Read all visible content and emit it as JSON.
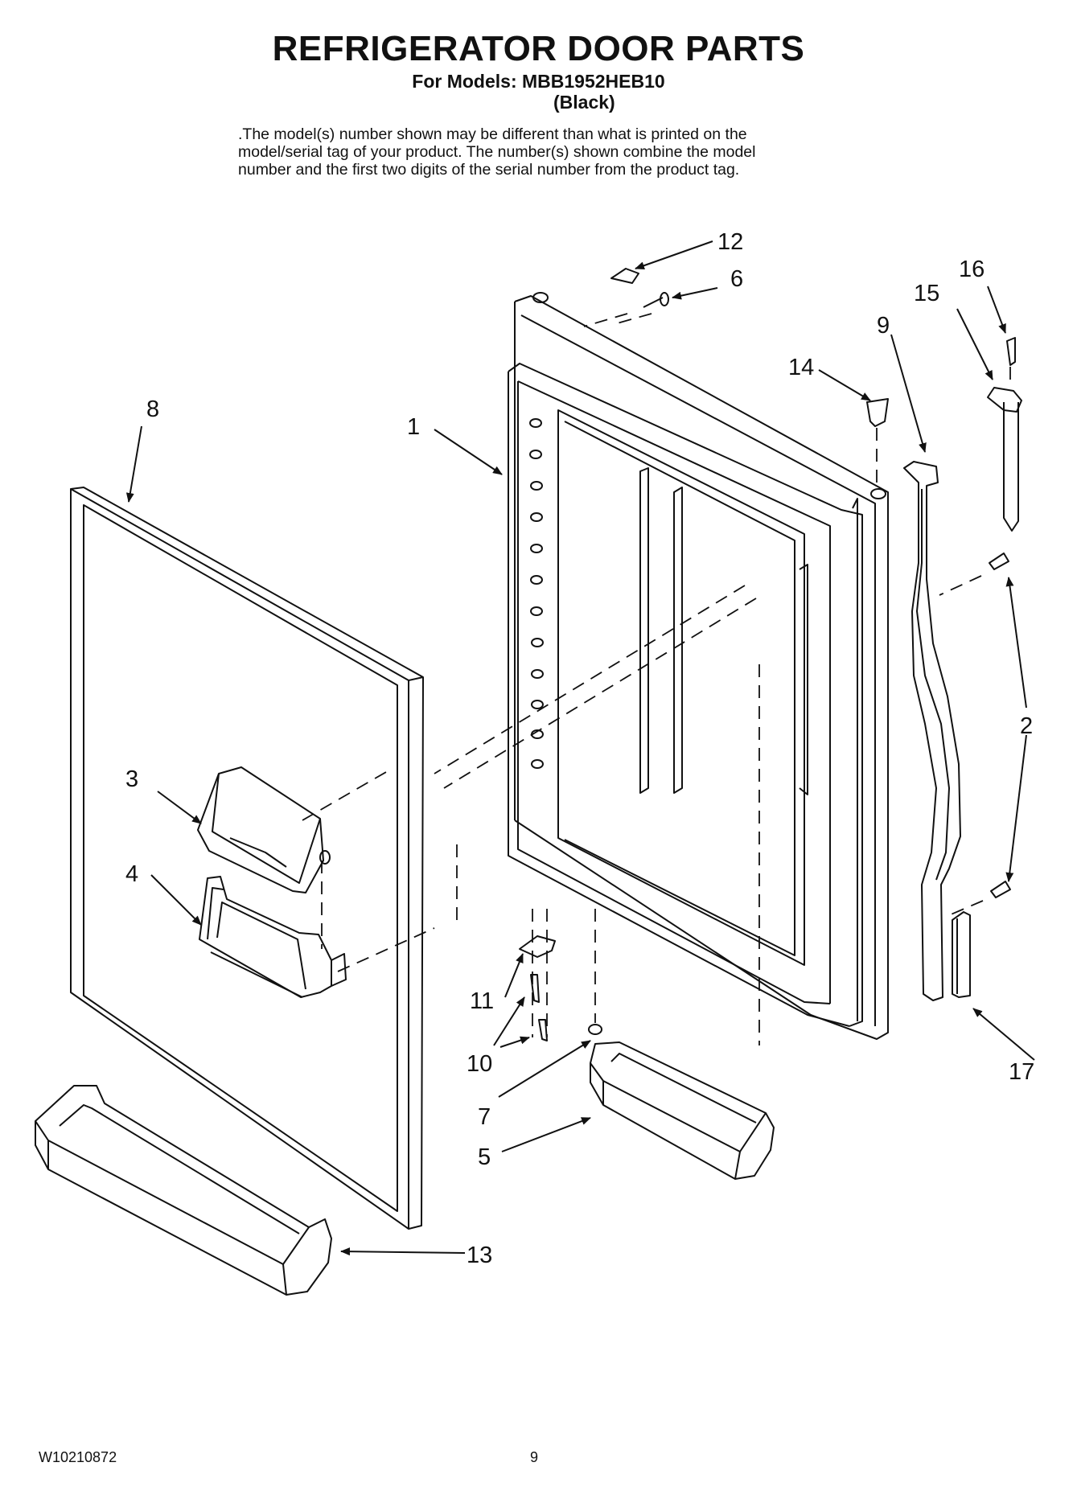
{
  "header": {
    "title": "REFRIGERATOR DOOR PARTS",
    "models_line": "For Models: MBB1952HEB10",
    "color_line": "(Black)",
    "disclaimer_lines": [
      ".The model(s) number shown may be different than what is printed on the",
      "model/serial tag of your product. The number(s) shown combine the model",
      "number and the first two digits of the serial number from the product tag."
    ]
  },
  "callouts": {
    "c1": "1",
    "c2": "2",
    "c3": "3",
    "c4": "4",
    "c5": "5",
    "c6": "6",
    "c7": "7",
    "c8": "8",
    "c9": "9",
    "c10": "10",
    "c11": "11",
    "c12": "12",
    "c13": "13",
    "c14": "14",
    "c15": "15",
    "c16": "16",
    "c17": "17"
  },
  "footer": {
    "doc_number": "W10210872",
    "page_number": "9"
  }
}
